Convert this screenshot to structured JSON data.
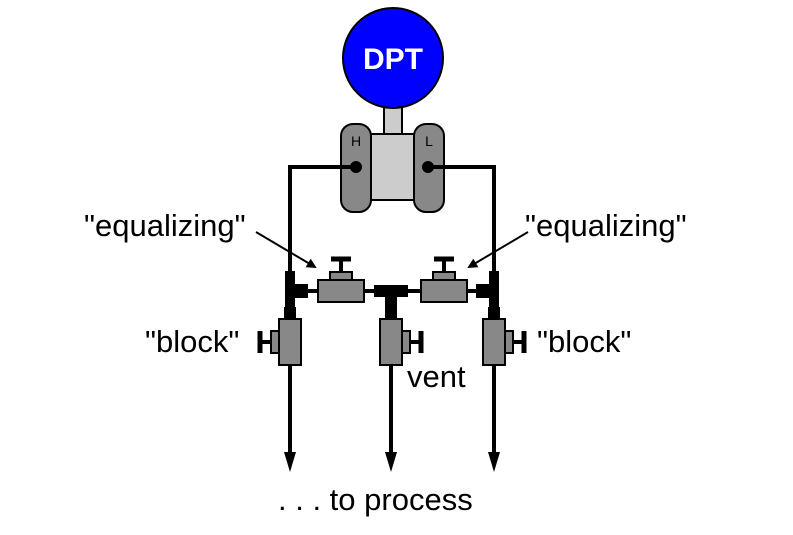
{
  "transmitter": {
    "label": "DPT",
    "high_port": "H",
    "low_port": "L",
    "color": "#0000ff"
  },
  "labels": {
    "equalizing_left": "\"equalizing\"",
    "equalizing_right": "\"equalizing\"",
    "block_left": "\"block\"",
    "block_right": "\"block\"",
    "vent": "vent",
    "process": ". . . to process"
  },
  "colors": {
    "valve_body": "#888888",
    "transmitter_body": "#cccccc",
    "line": "#000000"
  }
}
